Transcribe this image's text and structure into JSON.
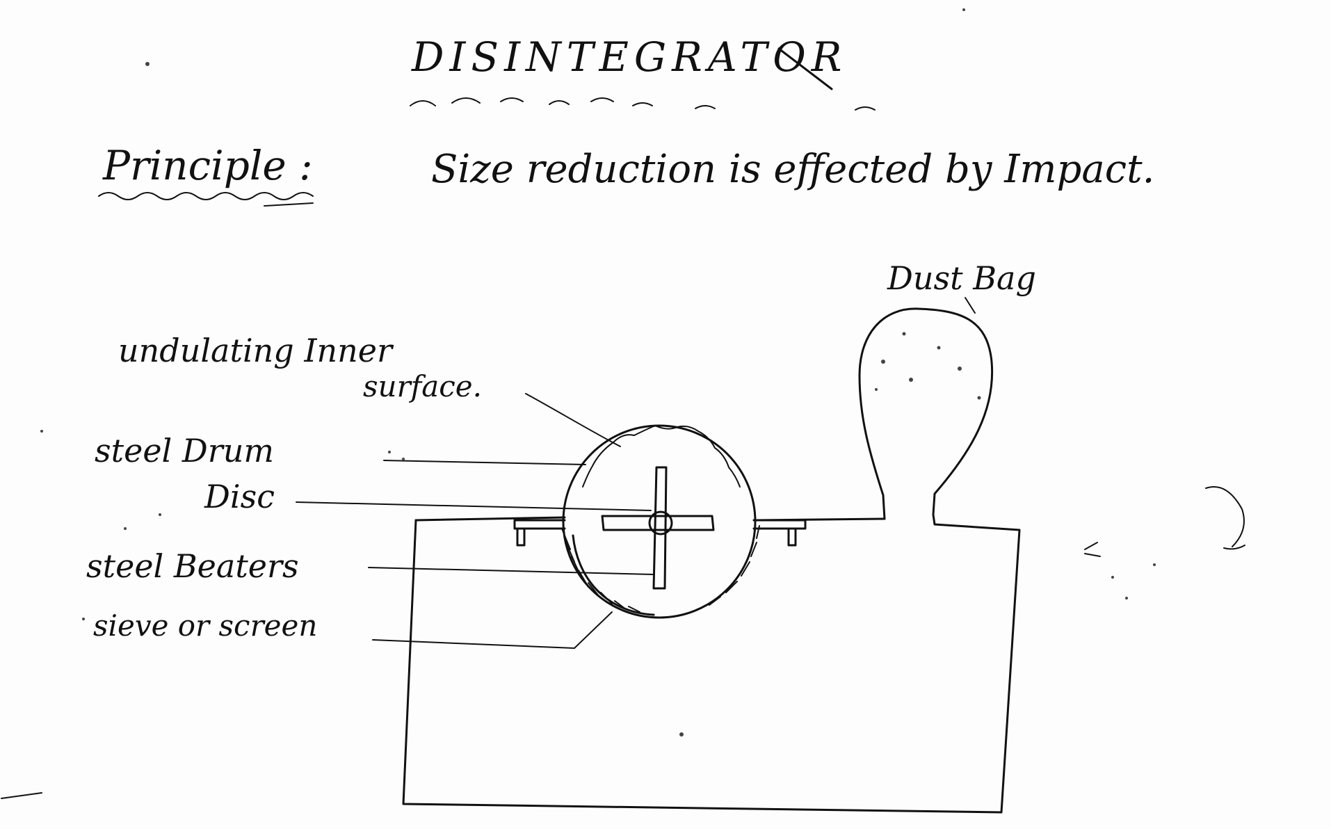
{
  "title": "DISINTEGRATOR",
  "principle": {
    "heading": "Principle :",
    "text": "Size reduction is effected by Impact."
  },
  "labels": {
    "dust_bag": "Dust Bag",
    "undulating_line1": "undulating Inner",
    "undulating_line2": "surface.",
    "steel_drum": "steel Drum",
    "disc": "Disc",
    "steel_beaters": "steel Beaters",
    "sieve": "sieve or screen"
  },
  "colors": {
    "ink": "#111111",
    "paper": "#fdfdfd"
  }
}
